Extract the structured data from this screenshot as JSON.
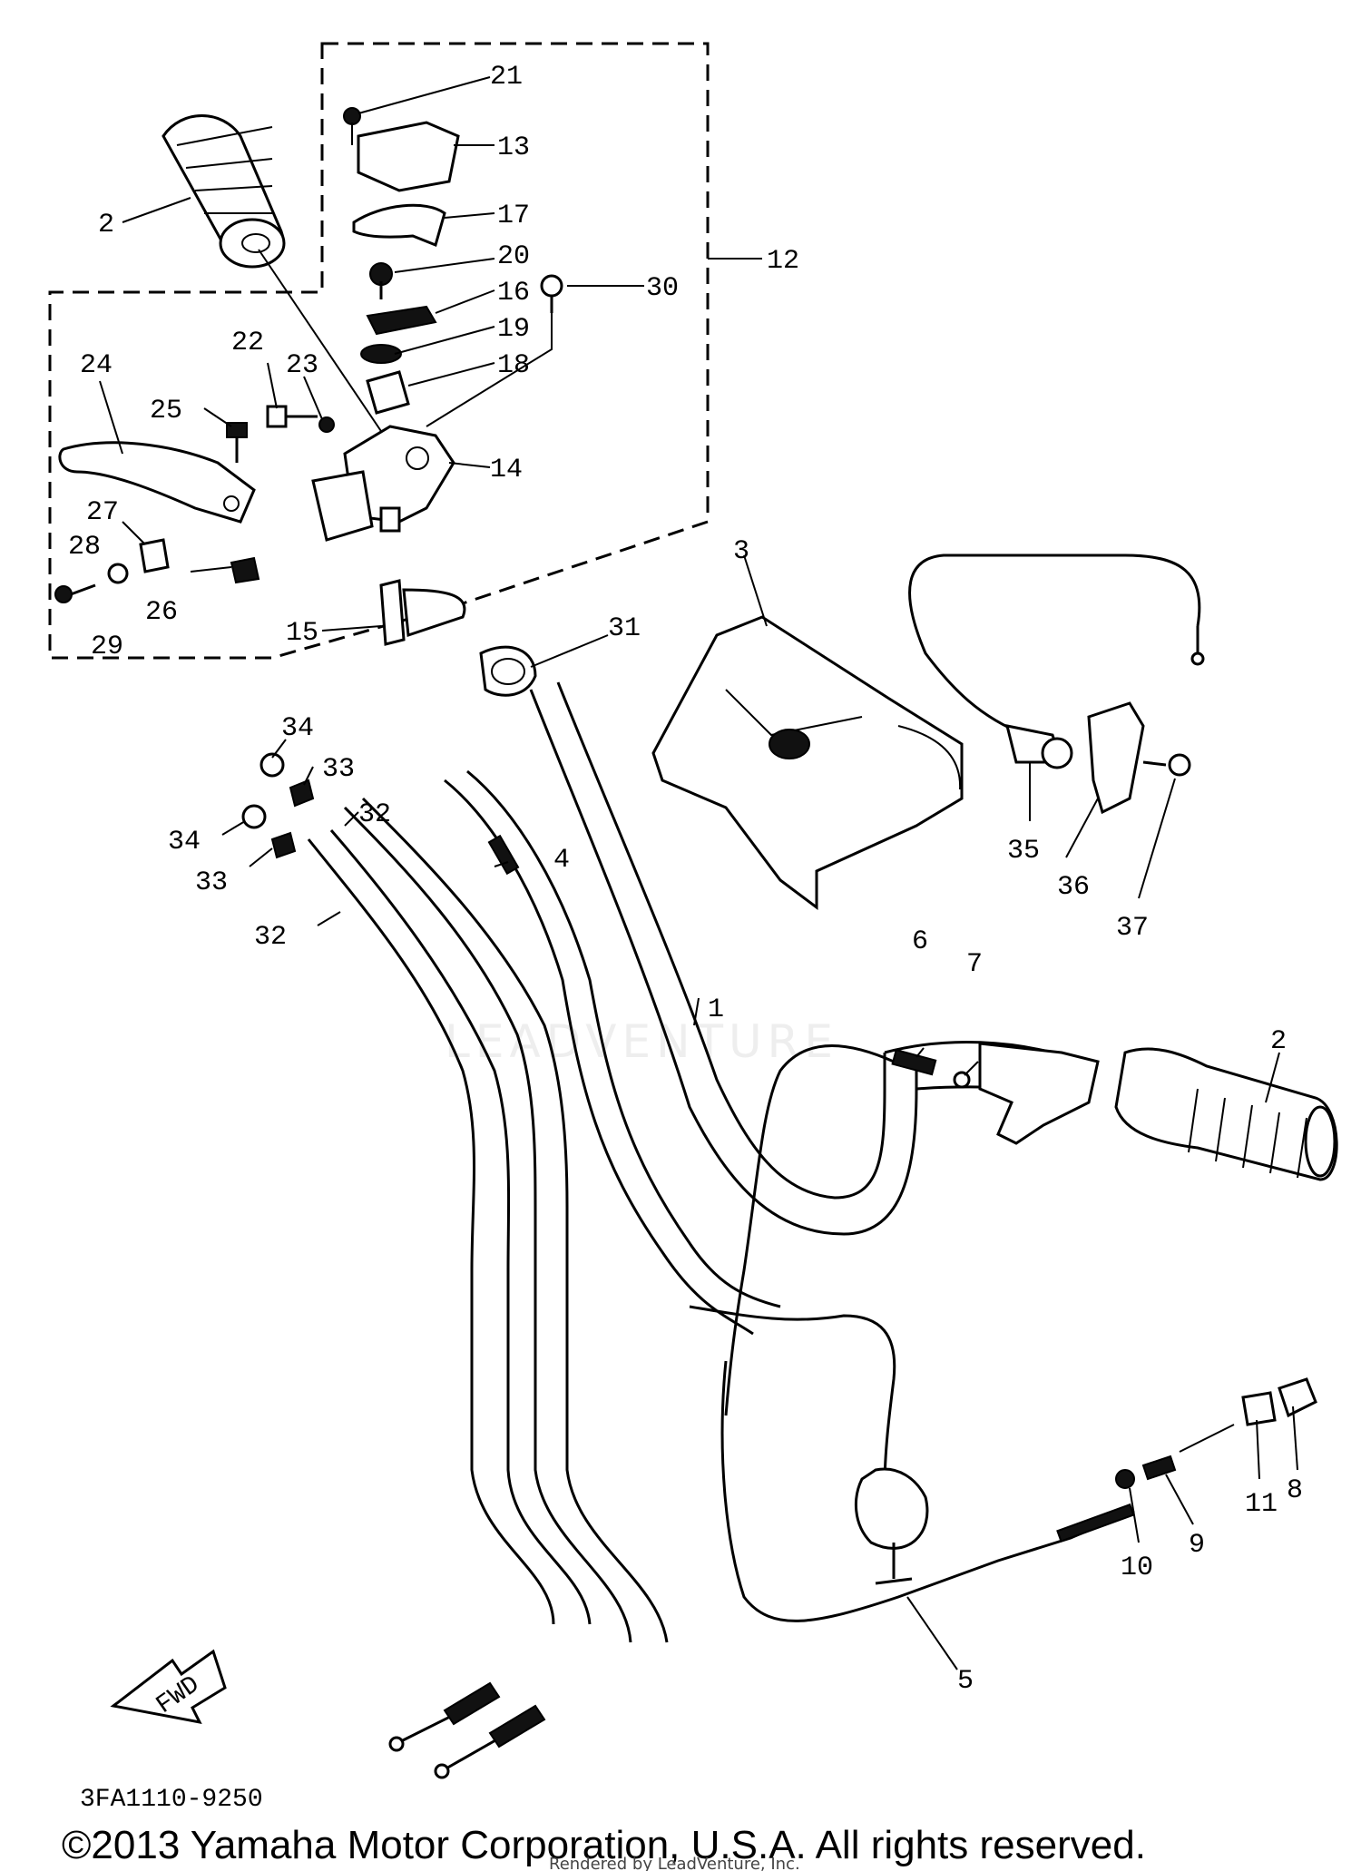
{
  "diagram": {
    "part_labels": [
      {
        "id": "p21",
        "text": "21"
      },
      {
        "id": "p13",
        "text": "13"
      },
      {
        "id": "p2a",
        "text": "2"
      },
      {
        "id": "p17",
        "text": "17"
      },
      {
        "id": "p20",
        "text": "20"
      },
      {
        "id": "p12",
        "text": "12"
      },
      {
        "id": "p16",
        "text": "16"
      },
      {
        "id": "p30",
        "text": "30"
      },
      {
        "id": "p19",
        "text": "19"
      },
      {
        "id": "p18",
        "text": "18"
      },
      {
        "id": "p24",
        "text": "24"
      },
      {
        "id": "p22",
        "text": "22"
      },
      {
        "id": "p23",
        "text": "23"
      },
      {
        "id": "p25",
        "text": "25"
      },
      {
        "id": "p14",
        "text": "14"
      },
      {
        "id": "p27",
        "text": "27"
      },
      {
        "id": "p28",
        "text": "28"
      },
      {
        "id": "p26",
        "text": "26"
      },
      {
        "id": "p29",
        "text": "29"
      },
      {
        "id": "p15",
        "text": "15"
      },
      {
        "id": "p3",
        "text": "3"
      },
      {
        "id": "p31",
        "text": "31"
      },
      {
        "id": "p34a",
        "text": "34"
      },
      {
        "id": "p33a",
        "text": "33"
      },
      {
        "id": "p32a",
        "text": "32"
      },
      {
        "id": "p34b",
        "text": "34"
      },
      {
        "id": "p33b",
        "text": "33"
      },
      {
        "id": "p4",
        "text": "4"
      },
      {
        "id": "p32b",
        "text": "32"
      },
      {
        "id": "p35",
        "text": "35"
      },
      {
        "id": "p36",
        "text": "36"
      },
      {
        "id": "p37",
        "text": "37"
      },
      {
        "id": "p1",
        "text": "1"
      },
      {
        "id": "p6",
        "text": "6"
      },
      {
        "id": "p7",
        "text": "7"
      },
      {
        "id": "p2b",
        "text": "2"
      },
      {
        "id": "p11",
        "text": "11"
      },
      {
        "id": "p8",
        "text": "8"
      },
      {
        "id": "p10",
        "text": "10"
      },
      {
        "id": "p9",
        "text": "9"
      },
      {
        "id": "p5",
        "text": "5"
      }
    ],
    "direction_arrow": "FWD",
    "diagram_code": "3FA1110-9250",
    "copyright": "©2013 Yamaha Motor Corporation, U.S.A. All rights reserved.",
    "rendered_by": "Rendered by LeadVenture, Inc.",
    "watermark": "LEADVENTURE"
  }
}
